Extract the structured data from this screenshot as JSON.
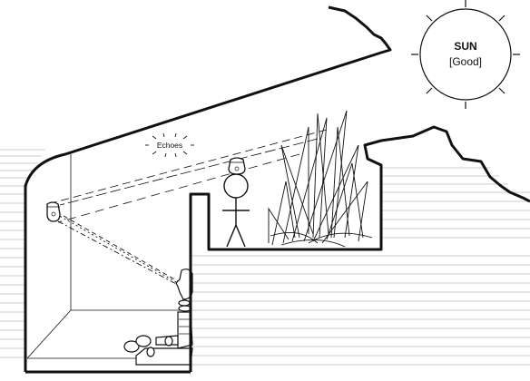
{
  "labels": {
    "sun_title": "SUN",
    "sun_subtitle": "[Good]",
    "echoes": "Echoes"
  },
  "colors": {
    "ink": "#111111",
    "background": "#ffffff",
    "hatch": "#9a9a9a"
  },
  "figures": {
    "prisoner": "seated-chained-prisoner",
    "puppeteer": "standing-figure-carrying-pot",
    "fire": "fire",
    "shadow": "pot-shadow-on-wall",
    "sun": "sun"
  }
}
